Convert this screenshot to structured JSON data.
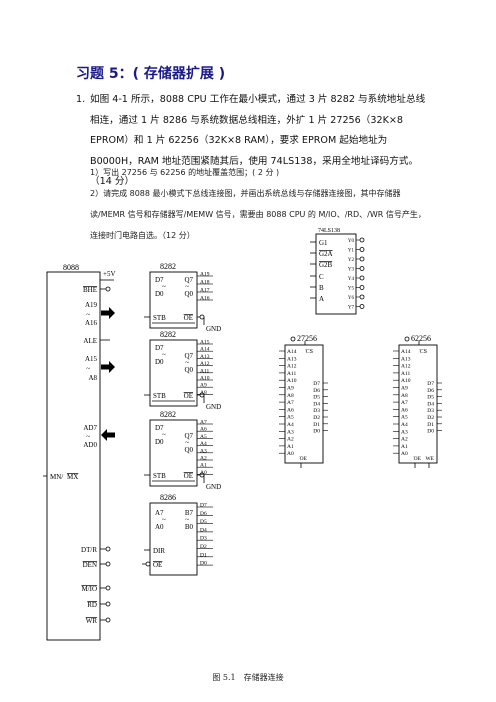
{
  "title": "习题 5：( 存储器扩展 )",
  "question": {
    "number": "1.",
    "text": "如图 4-1 所示，8088 CPU 工作在最小模式，通过 3 片 8282 与系统地址总线相连，通过 1 片 8286 与系统数据总线相连，外扩 1 片 27256（32K×8 EPROM）和 1 片 62256（32K×8 RAM），要求 EPROM 起始地址为 B0000H，RAM 地址范围紧随其后，使用 74LS138，采用全地址译码方式。（14 分）",
    "sub1": "1）写出 27256 与 62256 的地址覆盖范围；( 2 分 )",
    "sub2": "2）请完成 8088 最小模式下总线连接图，并画出系统总线与存储器连接图，其中存储器读/MEMR 信号和存储器写/MEMW 信号，需要由 8088 CPU 的 M/IO、/RD、/WR 信号产生，连接时门电路自选。（12 分）"
  },
  "diagram": {
    "cpu": {
      "name": "8088",
      "vcc": "+5V",
      "pins": [
        "BHE",
        "A19",
        "~",
        "A16",
        "ALE",
        "A15",
        "~",
        "A8",
        "AD7",
        "~",
        "AD0",
        "MN/MX",
        "DT/R",
        "DEN",
        "M/IO",
        "RD",
        "WR"
      ]
    },
    "latches": [
      {
        "name": "8282",
        "outputs": [
          "A19",
          "A18",
          "A17",
          "A16"
        ]
      },
      {
        "name": "8282",
        "outputs": [
          "A15",
          "A14",
          "A13",
          "A12",
          "A11",
          "A10",
          "A9",
          "A8"
        ]
      },
      {
        "name": "8282",
        "outputs": [
          "A7",
          "A6",
          "A5",
          "A4",
          "A3",
          "A2",
          "A1",
          "A0"
        ]
      }
    ],
    "latch_pins": {
      "d_top": "D7",
      "tilde": "~",
      "d_bot": "D0",
      "q_top": "Q7",
      "q_bot": "Q0",
      "stb": "STB",
      "oe": "OE",
      "gnd": "GND"
    },
    "transceiver": {
      "name": "8286",
      "left": [
        "A7",
        "~",
        "A0",
        "DIR",
        "OE"
      ],
      "right_top": "B7",
      "right_bot": "B0",
      "outputs": [
        "D7",
        "D6",
        "D5",
        "D4",
        "D3",
        "D2",
        "D1",
        "D0"
      ]
    },
    "decoder": {
      "name": "74LS138",
      "inputs": [
        "G1",
        "G2A",
        "G2B",
        "C",
        "B",
        "A"
      ],
      "outputs": [
        "Y0",
        "Y1",
        "Y2",
        "Y3",
        "Y4",
        "Y5",
        "Y6",
        "Y7"
      ]
    },
    "eprom": {
      "name": "27256",
      "addr": [
        "A14",
        "A13",
        "A12",
        "A11",
        "A10",
        "A9",
        "A8",
        "A7",
        "A6",
        "A5",
        "A4",
        "A3",
        "A2",
        "A1",
        "A0"
      ],
      "data": [
        "D7",
        "D6",
        "D5",
        "D4",
        "D3",
        "D2",
        "D1",
        "D0"
      ],
      "cs": "CS",
      "oe": "OE"
    },
    "sram": {
      "name": "62256",
      "addr": [
        "A14",
        "A13",
        "A12",
        "A11",
        "A10",
        "A9",
        "A8",
        "A7",
        "A6",
        "A5",
        "A4",
        "A3",
        "A2",
        "A1",
        "A0"
      ],
      "data": [
        "D7",
        "D6",
        "D5",
        "D4",
        "D3",
        "D2",
        "D1",
        "D0"
      ],
      "cs": "CS",
      "oe": "OE",
      "we": "WE"
    }
  },
  "caption": "图 5.1　存储器连接"
}
